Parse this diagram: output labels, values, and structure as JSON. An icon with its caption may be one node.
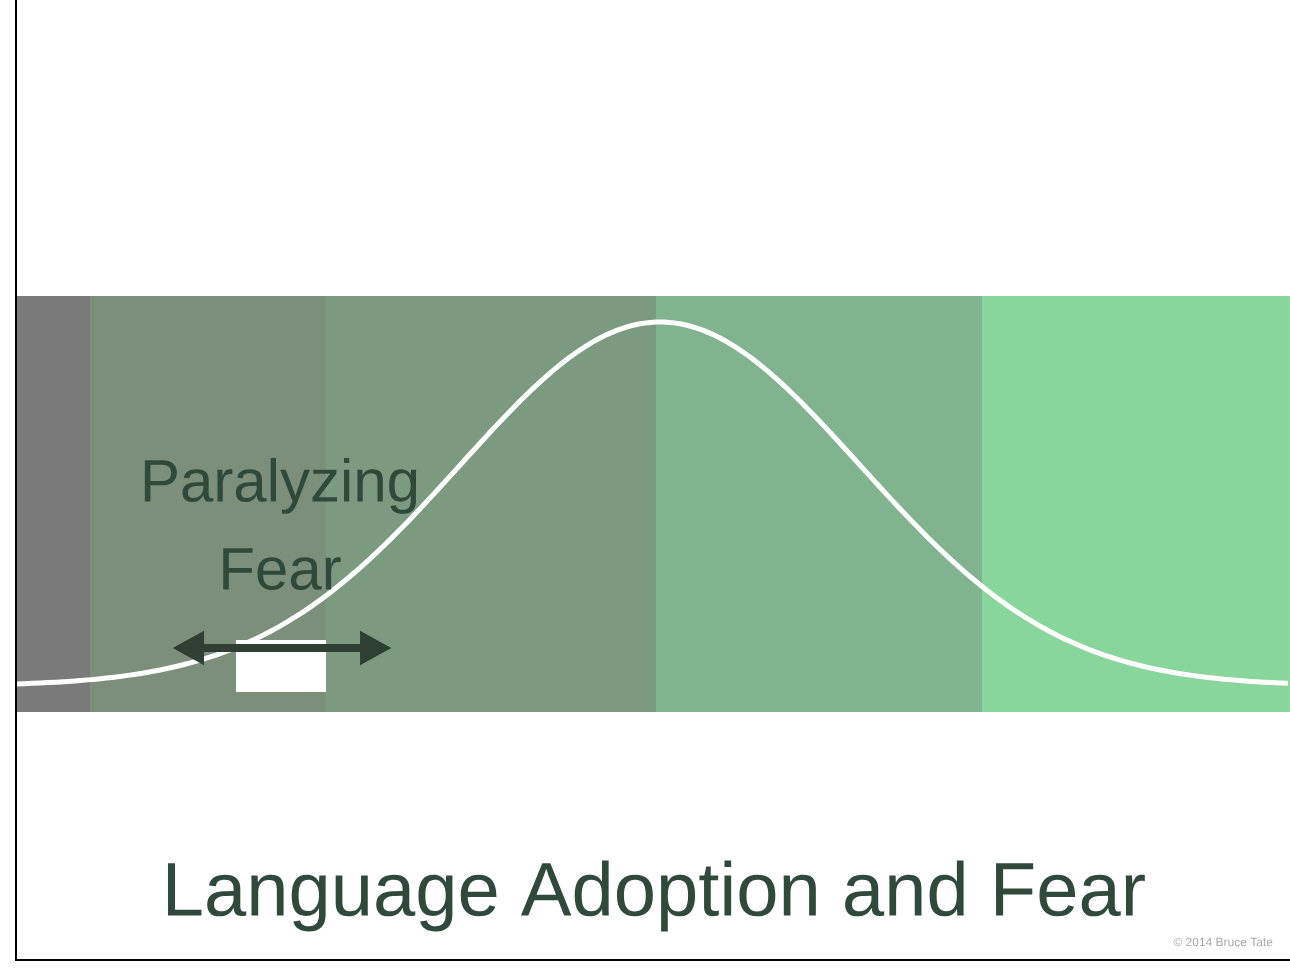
{
  "diagram": {
    "title": "Language Adoption and Fear",
    "labels": [
      "Paralyzing Fear",
      "© 2014 Bruce Tate"
    ]
  }
}
